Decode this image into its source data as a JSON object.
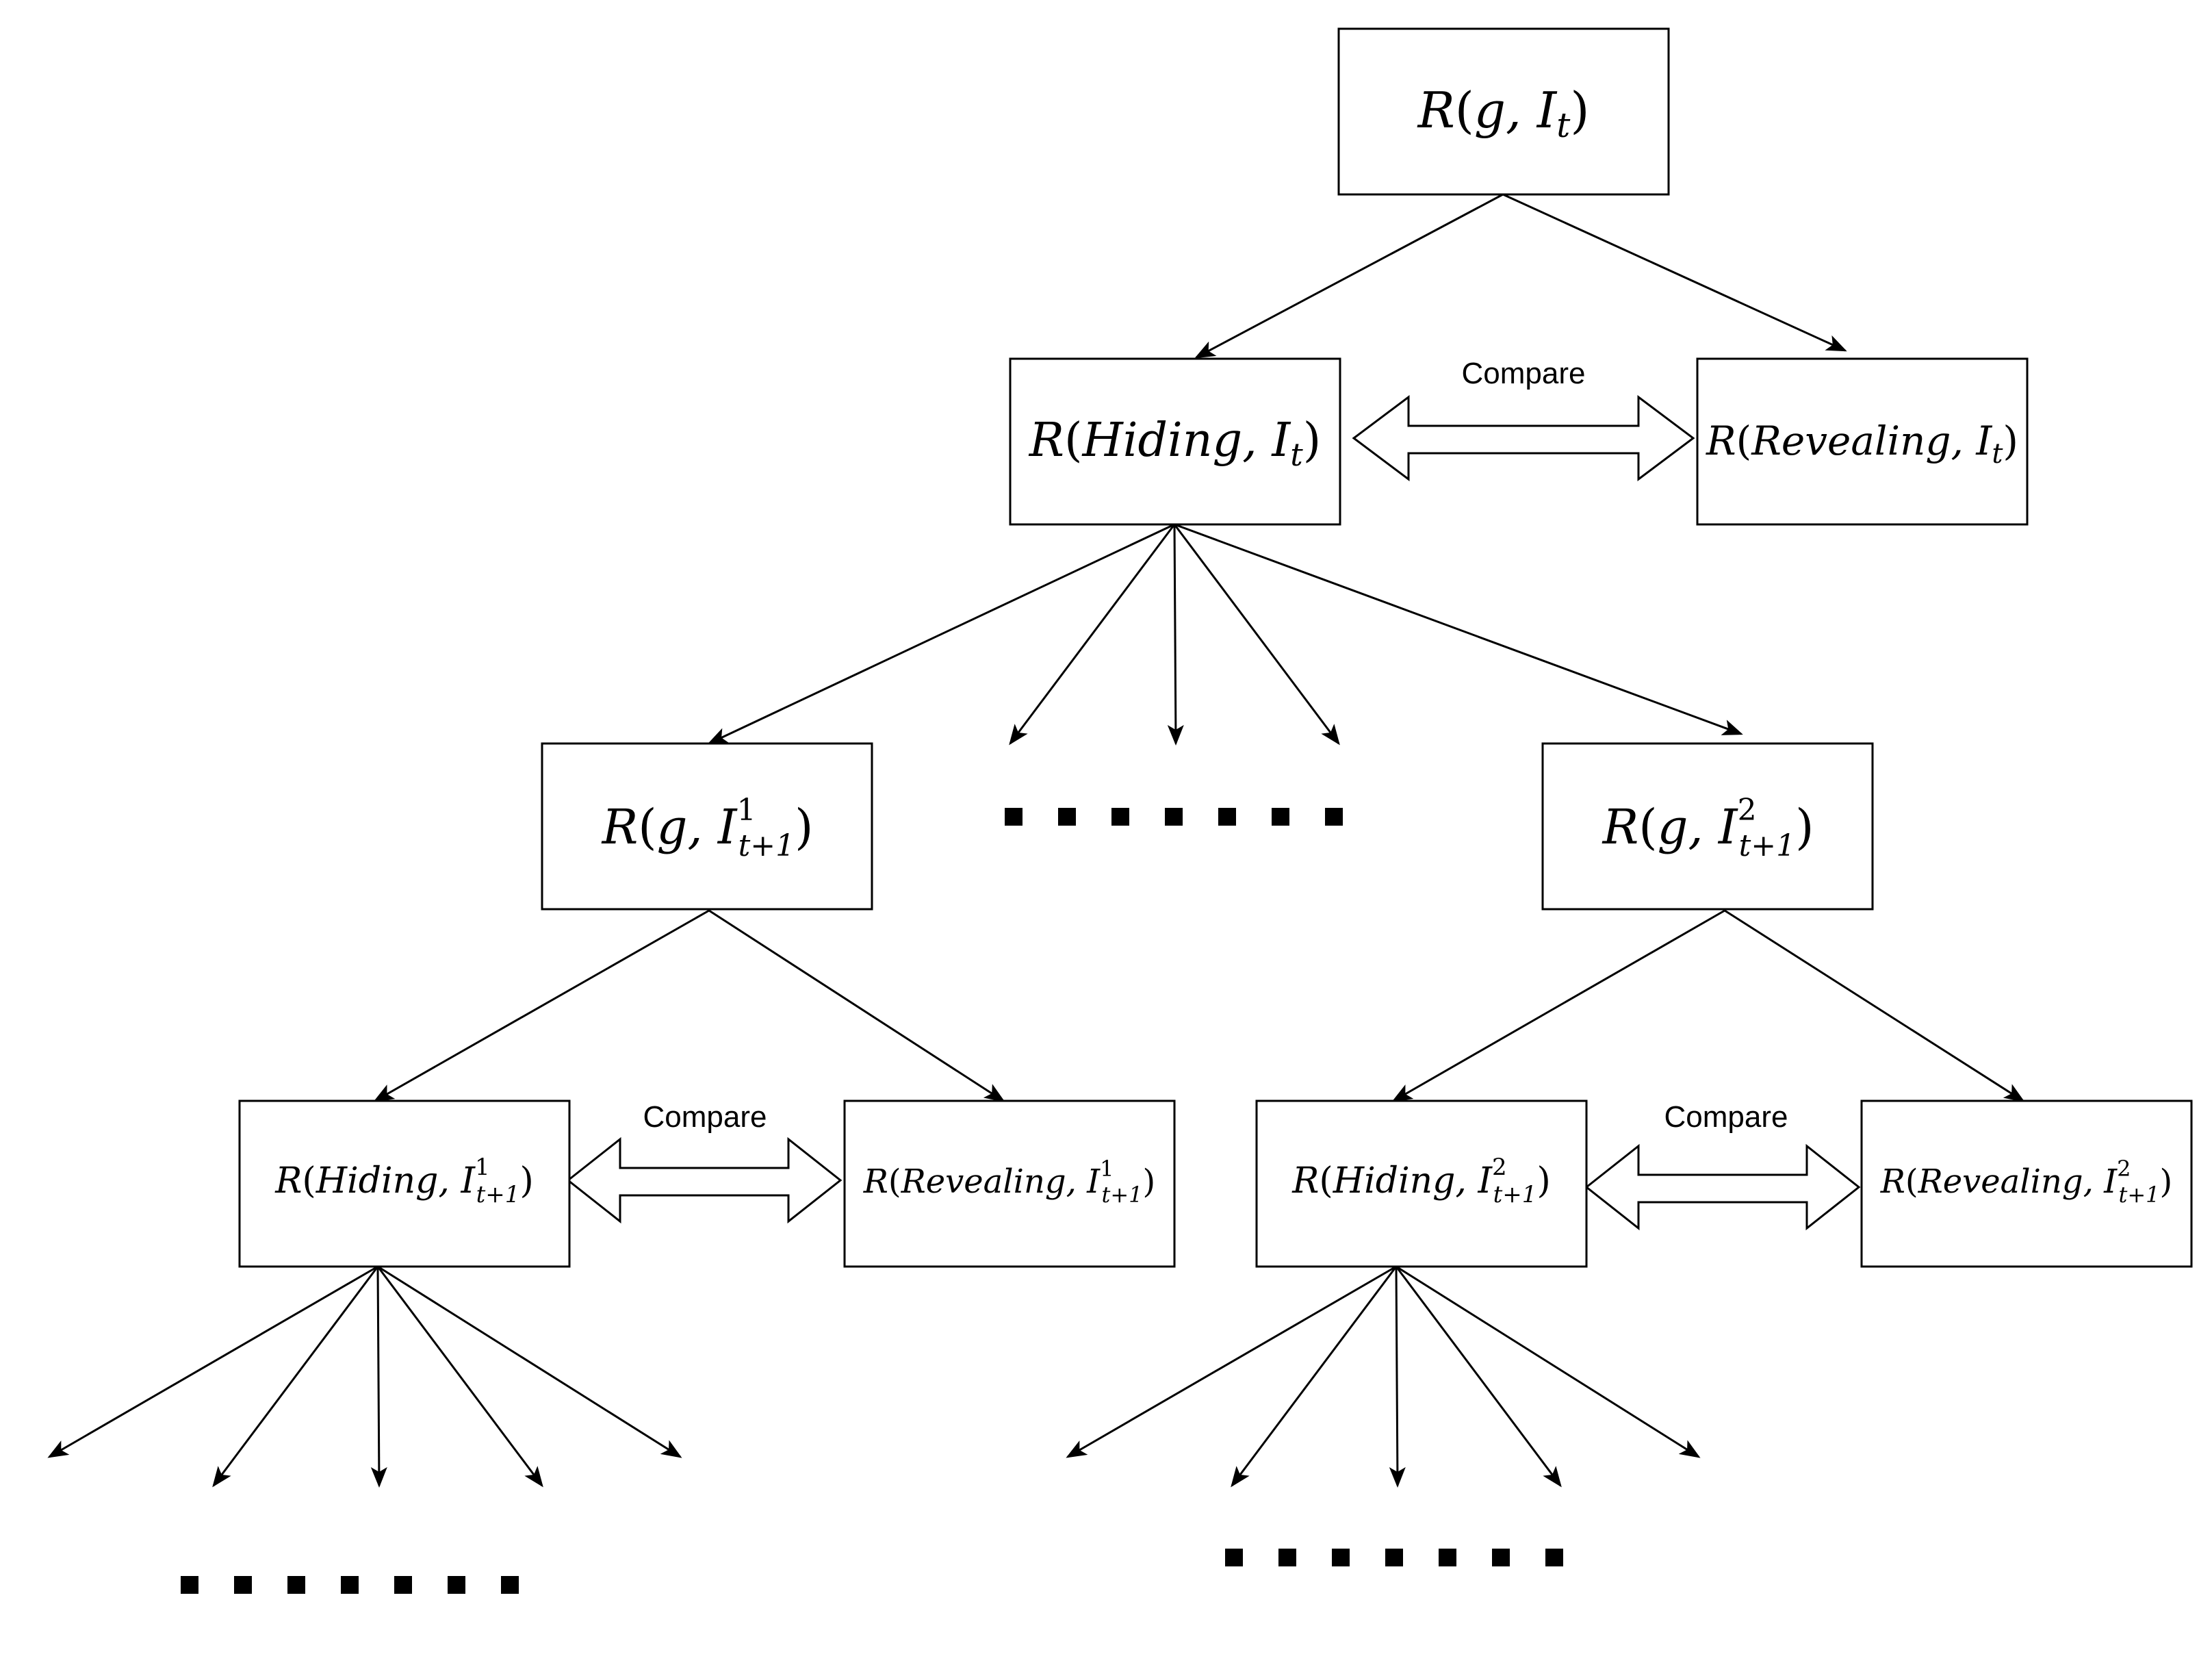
{
  "nodes": {
    "root": {
      "name": "R",
      "open": "(",
      "arg": "g, ",
      "base": "I",
      "sub": "t",
      "sup": "",
      "close": ")"
    },
    "hiding_t": {
      "name": "R",
      "open": "(",
      "arg": "Hiding, ",
      "base": "I",
      "sub": "t",
      "sup": "",
      "close": ")"
    },
    "revealing_t": {
      "name": "R",
      "open": "(",
      "arg": "Revealing, ",
      "base": "I",
      "sub": "t",
      "sup": "",
      "close": ")"
    },
    "g_t1_1": {
      "name": "R",
      "open": "(",
      "arg": "g, ",
      "base": "I",
      "sub": "t+1",
      "sup": "1",
      "close": ")"
    },
    "g_t1_2": {
      "name": "R",
      "open": "(",
      "arg": "g, ",
      "base": "I",
      "sub": "t+1",
      "sup": "2",
      "close": ")"
    },
    "hiding_t1_1": {
      "name": "R",
      "open": "(",
      "arg": "Hiding, ",
      "base": "I",
      "sub": "t+1",
      "sup": "1",
      "close": ")"
    },
    "revealing_t1_1": {
      "name": "R",
      "open": "(",
      "arg": "Revealing, ",
      "base": "I",
      "sub": "t+1",
      "sup": "1",
      "close": ")"
    },
    "hiding_t1_2": {
      "name": "R",
      "open": "(",
      "arg": "Hiding, ",
      "base": "I",
      "sub": "t+1",
      "sup": "2",
      "close": ")"
    },
    "revealing_t1_2": {
      "name": "R",
      "open": "(",
      "arg": "Revealing, ",
      "base": "I",
      "sub": "t+1",
      "sup": "2",
      "close": ")"
    }
  },
  "compare_labels": {
    "top": "Compare",
    "left": "Compare",
    "right": "Compare"
  },
  "colors": {
    "stroke": "#000000",
    "fill": "#ffffff"
  }
}
